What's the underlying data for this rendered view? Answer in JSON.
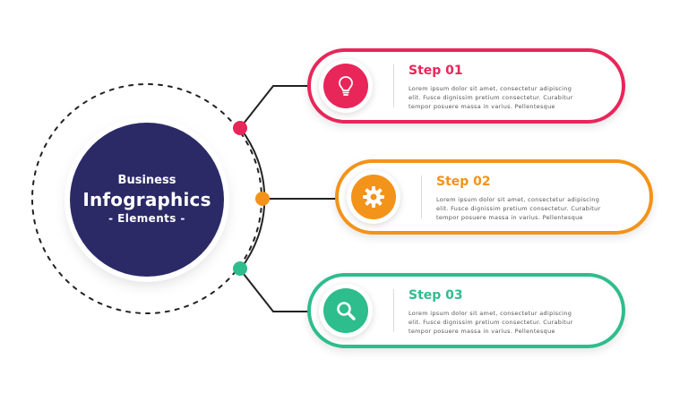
{
  "center": {
    "line1": "Business",
    "line2": "Infographics",
    "line3": "- Elements -"
  },
  "colors": {
    "navy": "#2b2a67",
    "step1": "#e8265a",
    "step2": "#f39319",
    "step3": "#2ebd8c",
    "connector": "#222222"
  },
  "steps": [
    {
      "title": "Step 01",
      "icon": "lightbulb-icon",
      "desc": [
        "Lorem ipsum dolor sit amet, consectetur adipiscing",
        "elit. Fusce dignissim pretium consectetur. Curabitur",
        "tempor posuere massa in varius. Pellentesque"
      ]
    },
    {
      "title": "Step 02",
      "icon": "gear-icon",
      "desc": [
        "Lorem ipsum dolor sit amet, consectetur adipiscing",
        "elit. Fusce dignissim pretium consectetur. Curabitur",
        "tempor posuere massa in varius. Pellentesque"
      ]
    },
    {
      "title": "Step 03",
      "icon": "search-icon",
      "desc": [
        "Lorem ipsum dolor sit amet, consectetur adipiscing",
        "elit. Fusce dignissim pretium consectetur. Curabitur",
        "tempor posuere massa in varius. Pellentesque"
      ]
    }
  ]
}
